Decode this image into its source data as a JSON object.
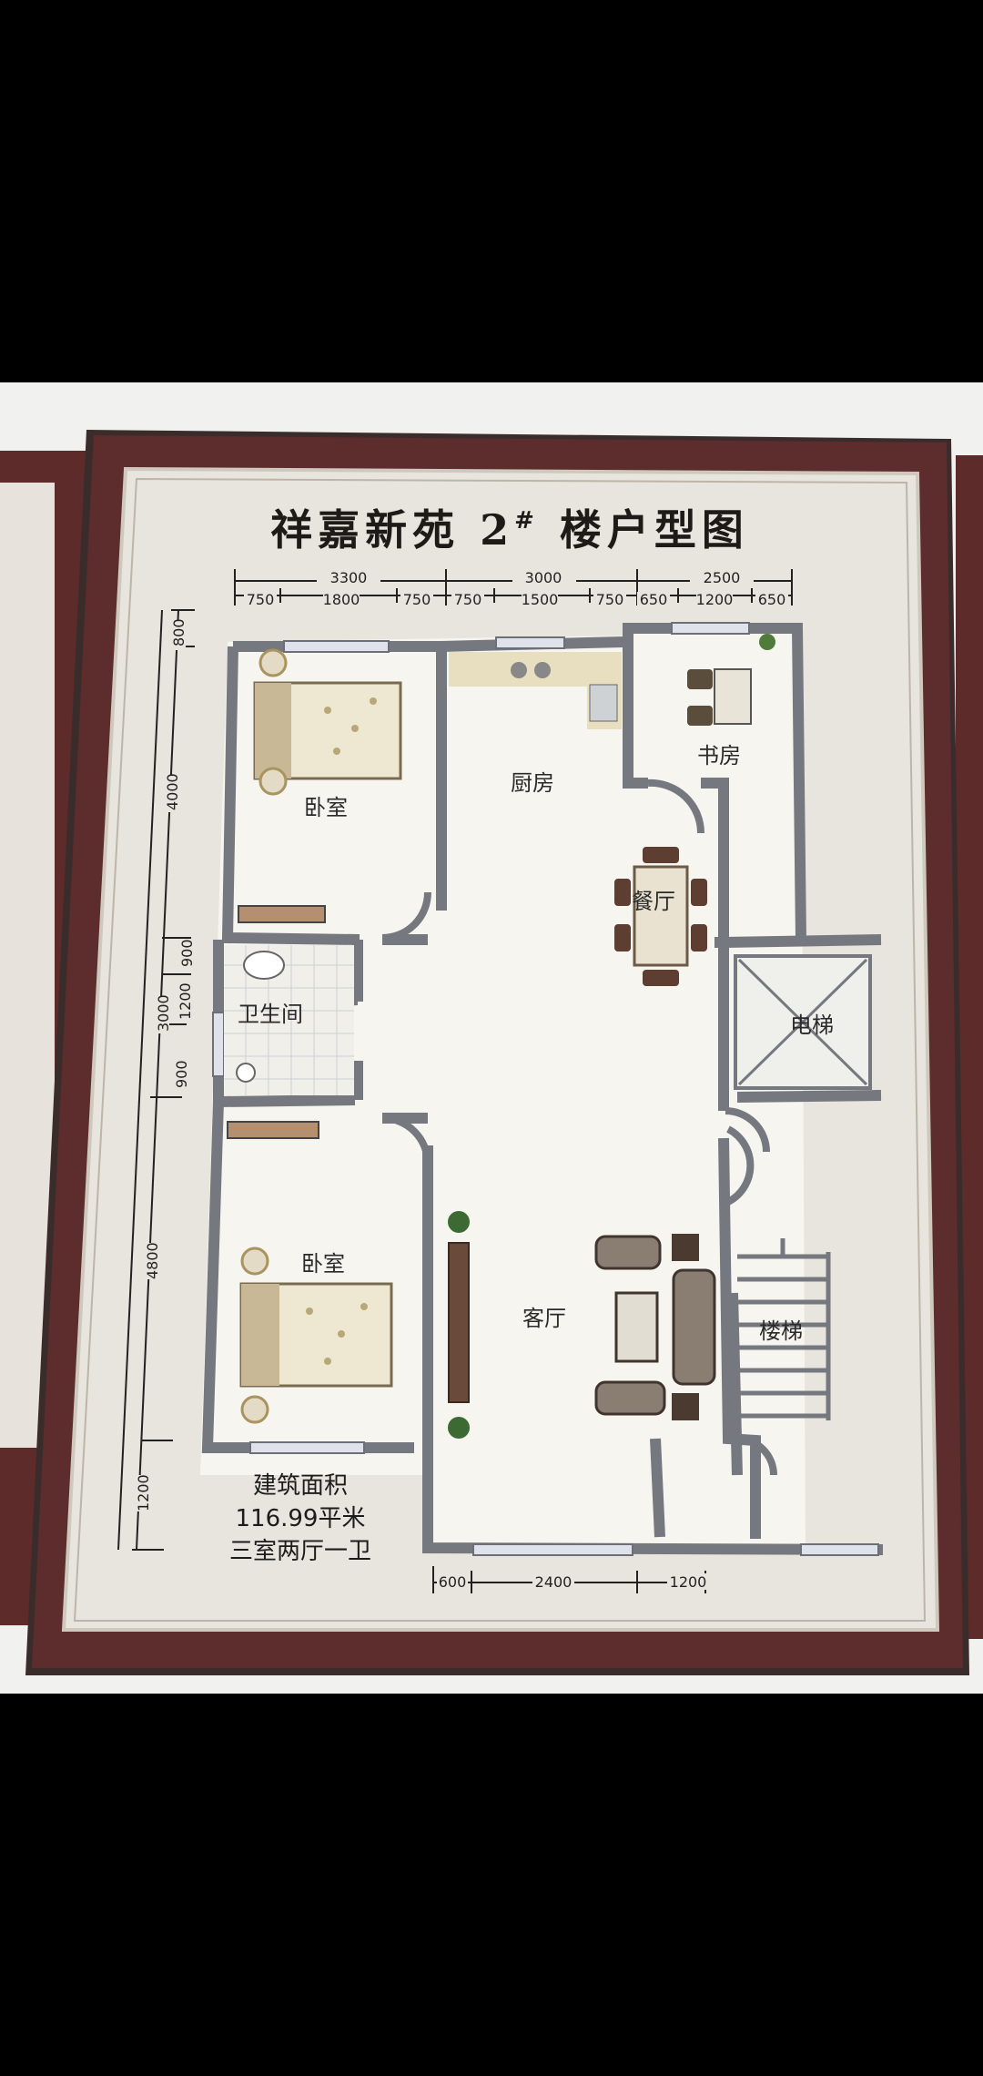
{
  "plan": {
    "title_main": "祥嘉新苑 2",
    "title_sup": "#",
    "title_tail": " 楼户型图",
    "rooms": {
      "bedroom_top": "卧室",
      "kitchen": "厨房",
      "study": "书房",
      "dining": "餐厅",
      "bathroom": "卫生间",
      "elevator": "电梯",
      "bedroom_bottom": "卧室",
      "living": "客厅",
      "stairs": "楼梯"
    },
    "dims_top_major": [
      "3300",
      "3000",
      "2500"
    ],
    "dims_top_minor": [
      "750",
      "1800",
      "750",
      "750",
      "1500",
      "750",
      "650",
      "1200",
      "650"
    ],
    "dims_left": [
      "800",
      "4000",
      "900",
      "1200",
      "900",
      "3000",
      "4800",
      "1200"
    ],
    "dims_bottom": [
      "600",
      "2400",
      "1200"
    ],
    "area_label": "建筑面积",
    "area_value": "116.99平米",
    "layout_type": "三室两厅一卫"
  },
  "colors": {
    "frame": "#5a2a2a",
    "poster": "#e9e6e1",
    "wall": "#76787f",
    "floor": "#f6f4ee",
    "counter": "#e8dfc0"
  }
}
